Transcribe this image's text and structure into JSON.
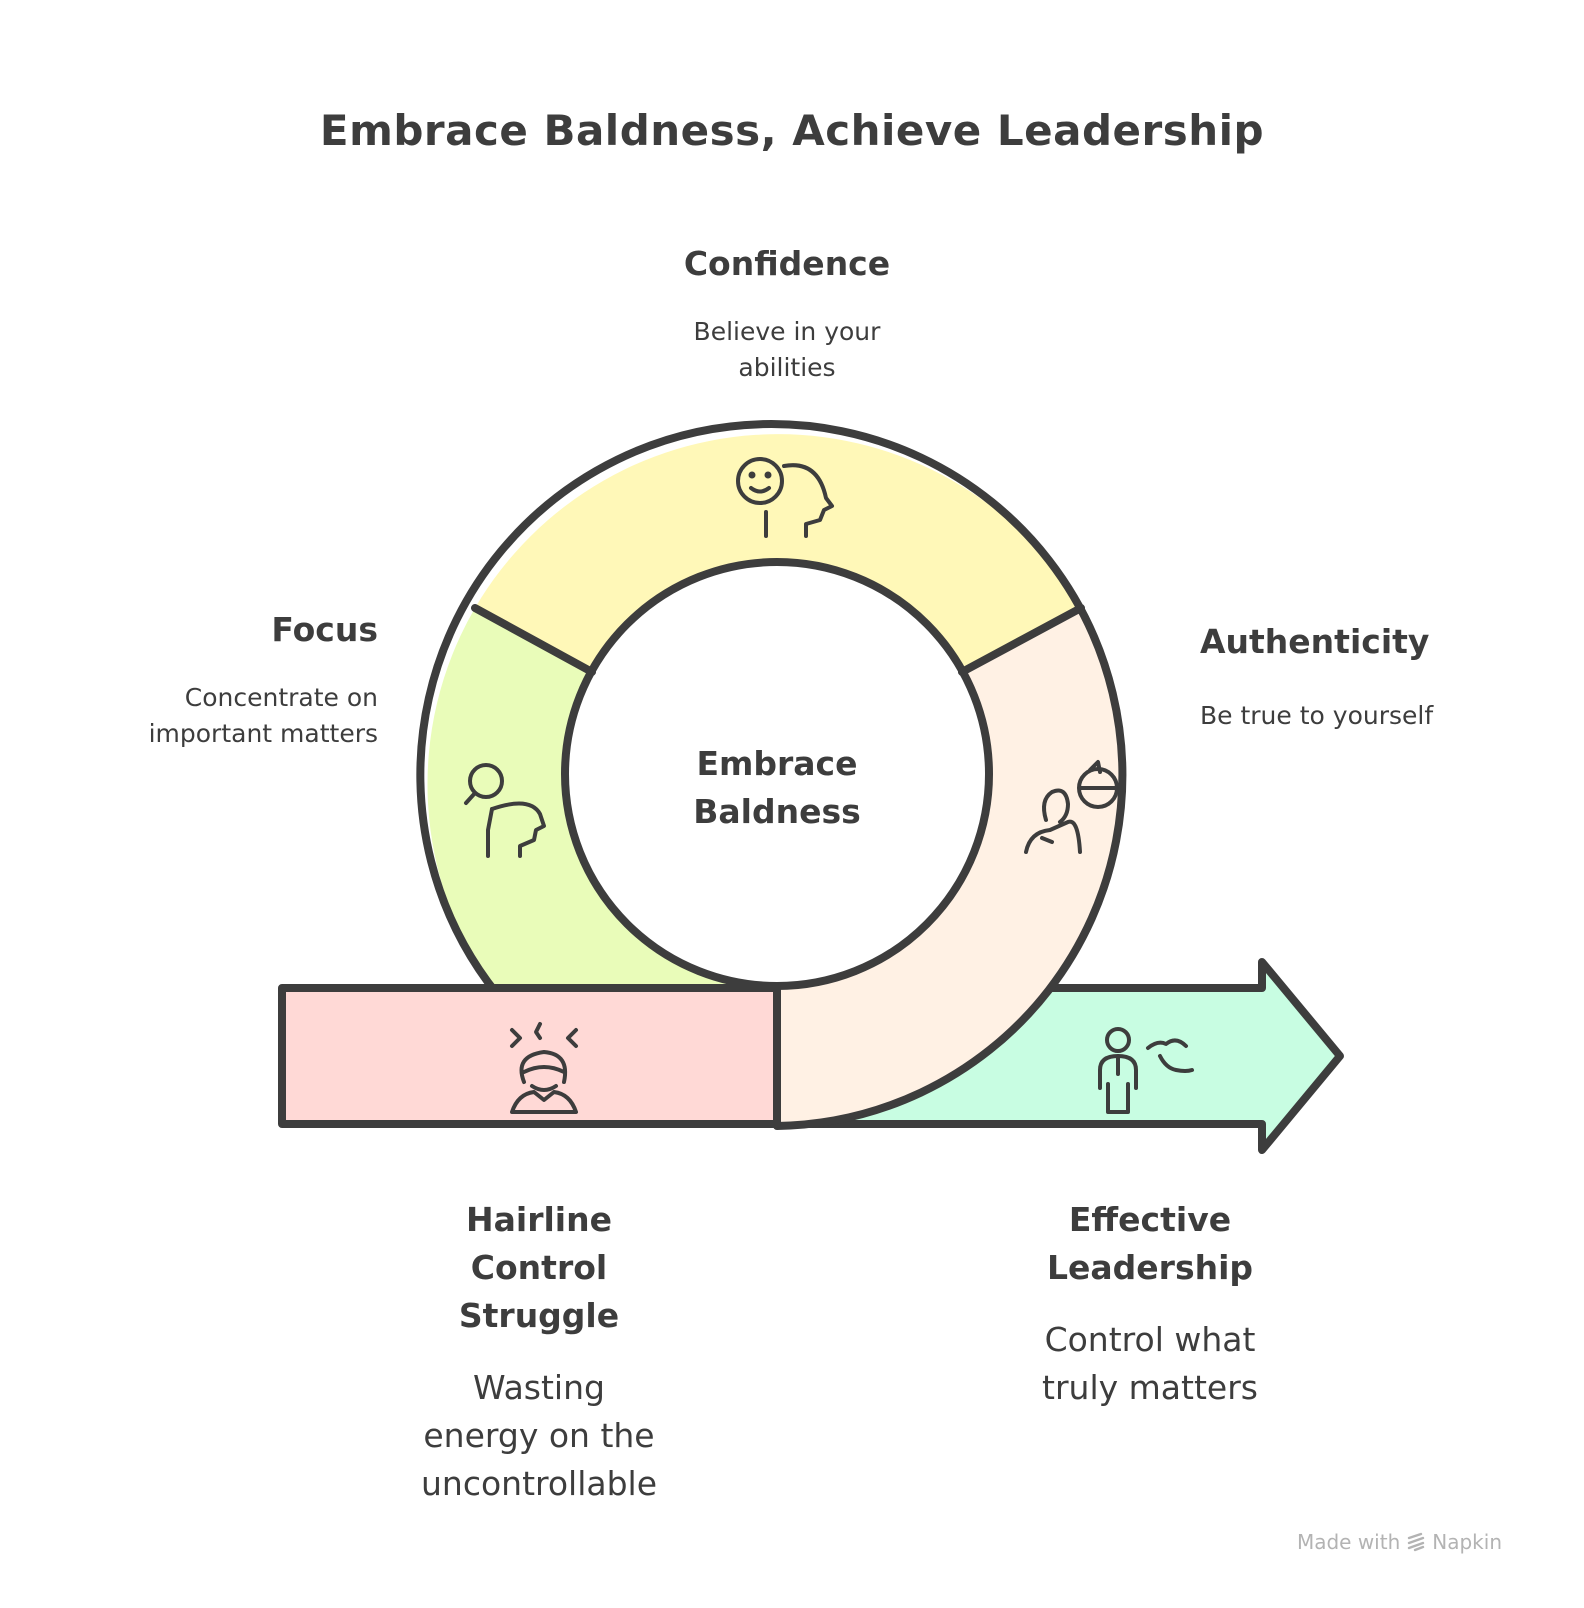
{
  "title": "Embrace Baldness, Achieve Leadership",
  "center": {
    "label_line1": "Embrace",
    "label_line2": "Baldness"
  },
  "stages": {
    "confidence": {
      "title": "Confidence",
      "desc_line1": "Believe in your",
      "desc_line2": "abilities",
      "icon": "smiling-head-icon",
      "color": "#fff8b8"
    },
    "focus": {
      "title": "Focus",
      "desc_line1": "Concentrate on",
      "desc_line2": "important matters",
      "icon": "magnifier-head-icon",
      "color": "#e9fcb9"
    },
    "authenticity": {
      "title": "Authenticity",
      "desc_line1": "Be true to yourself",
      "icon": "person-refresh-icon",
      "color": "#fff1e4"
    },
    "struggle": {
      "title_line1": "Hairline",
      "title_line2": "Control",
      "title_line3": "Struggle",
      "desc_line1": "Wasting",
      "desc_line2": "energy on the",
      "desc_line3": "uncontrollable",
      "icon": "stressed-person-icon",
      "color": "#ffd9d6"
    },
    "leadership": {
      "title_line1": "Effective",
      "title_line2": "Leadership",
      "desc_line1": "Control what",
      "desc_line2": "truly matters",
      "icon": "speaking-person-icon",
      "color": "#c8fde2"
    }
  },
  "watermark": {
    "prefix": "Made with",
    "brand": "Napkin",
    "icon": "napkin-logo-icon"
  },
  "colors": {
    "stroke": "#3d3d3d"
  }
}
